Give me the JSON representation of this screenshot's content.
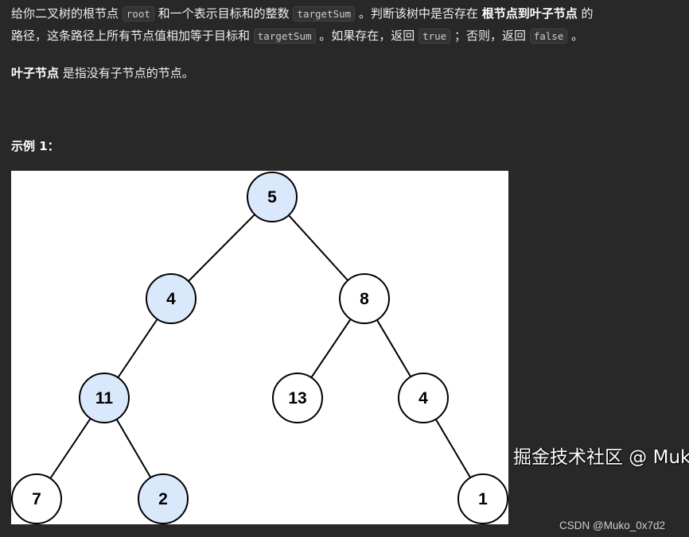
{
  "description": {
    "p1": [
      "给你二叉树的根节点 ",
      "root",
      " 和一个表示目标和的整数 ",
      "targetSum",
      " 。判断该树中是否存在 ",
      "根节点到叶子节点",
      " 的"
    ],
    "p1b": [
      "路径，这条路径上所有节点值相加等于目标和 ",
      "targetSum",
      " 。如果存在，返回 ",
      "true",
      " ；否则，返回 ",
      "false",
      " 。"
    ],
    "p2": [
      "叶子节点",
      " 是指没有子节点的节点。"
    ],
    "example_title": "示例 1："
  },
  "tree": {
    "highlight_color": "#dae8fc",
    "nodes": [
      {
        "id": "a",
        "value": "5",
        "highlighted": true
      },
      {
        "id": "b",
        "value": "4",
        "highlighted": true
      },
      {
        "id": "c",
        "value": "8",
        "highlighted": false
      },
      {
        "id": "d",
        "value": "11",
        "highlighted": true
      },
      {
        "id": "e",
        "value": "13",
        "highlighted": false
      },
      {
        "id": "f",
        "value": "4",
        "highlighted": false
      },
      {
        "id": "g",
        "value": "7",
        "highlighted": false
      },
      {
        "id": "h",
        "value": "2",
        "highlighted": true
      },
      {
        "id": "i",
        "value": "1",
        "highlighted": false
      }
    ],
    "edges": [
      [
        "a",
        "b"
      ],
      [
        "a",
        "c"
      ],
      [
        "b",
        "d"
      ],
      [
        "c",
        "e"
      ],
      [
        "c",
        "f"
      ],
      [
        "d",
        "g"
      ],
      [
        "d",
        "h"
      ],
      [
        "f",
        "i"
      ]
    ]
  },
  "watermark": {
    "juejin": "掘金技术社区 @ Muko",
    "csdn": "CSDN @Muko_0x7d2"
  }
}
